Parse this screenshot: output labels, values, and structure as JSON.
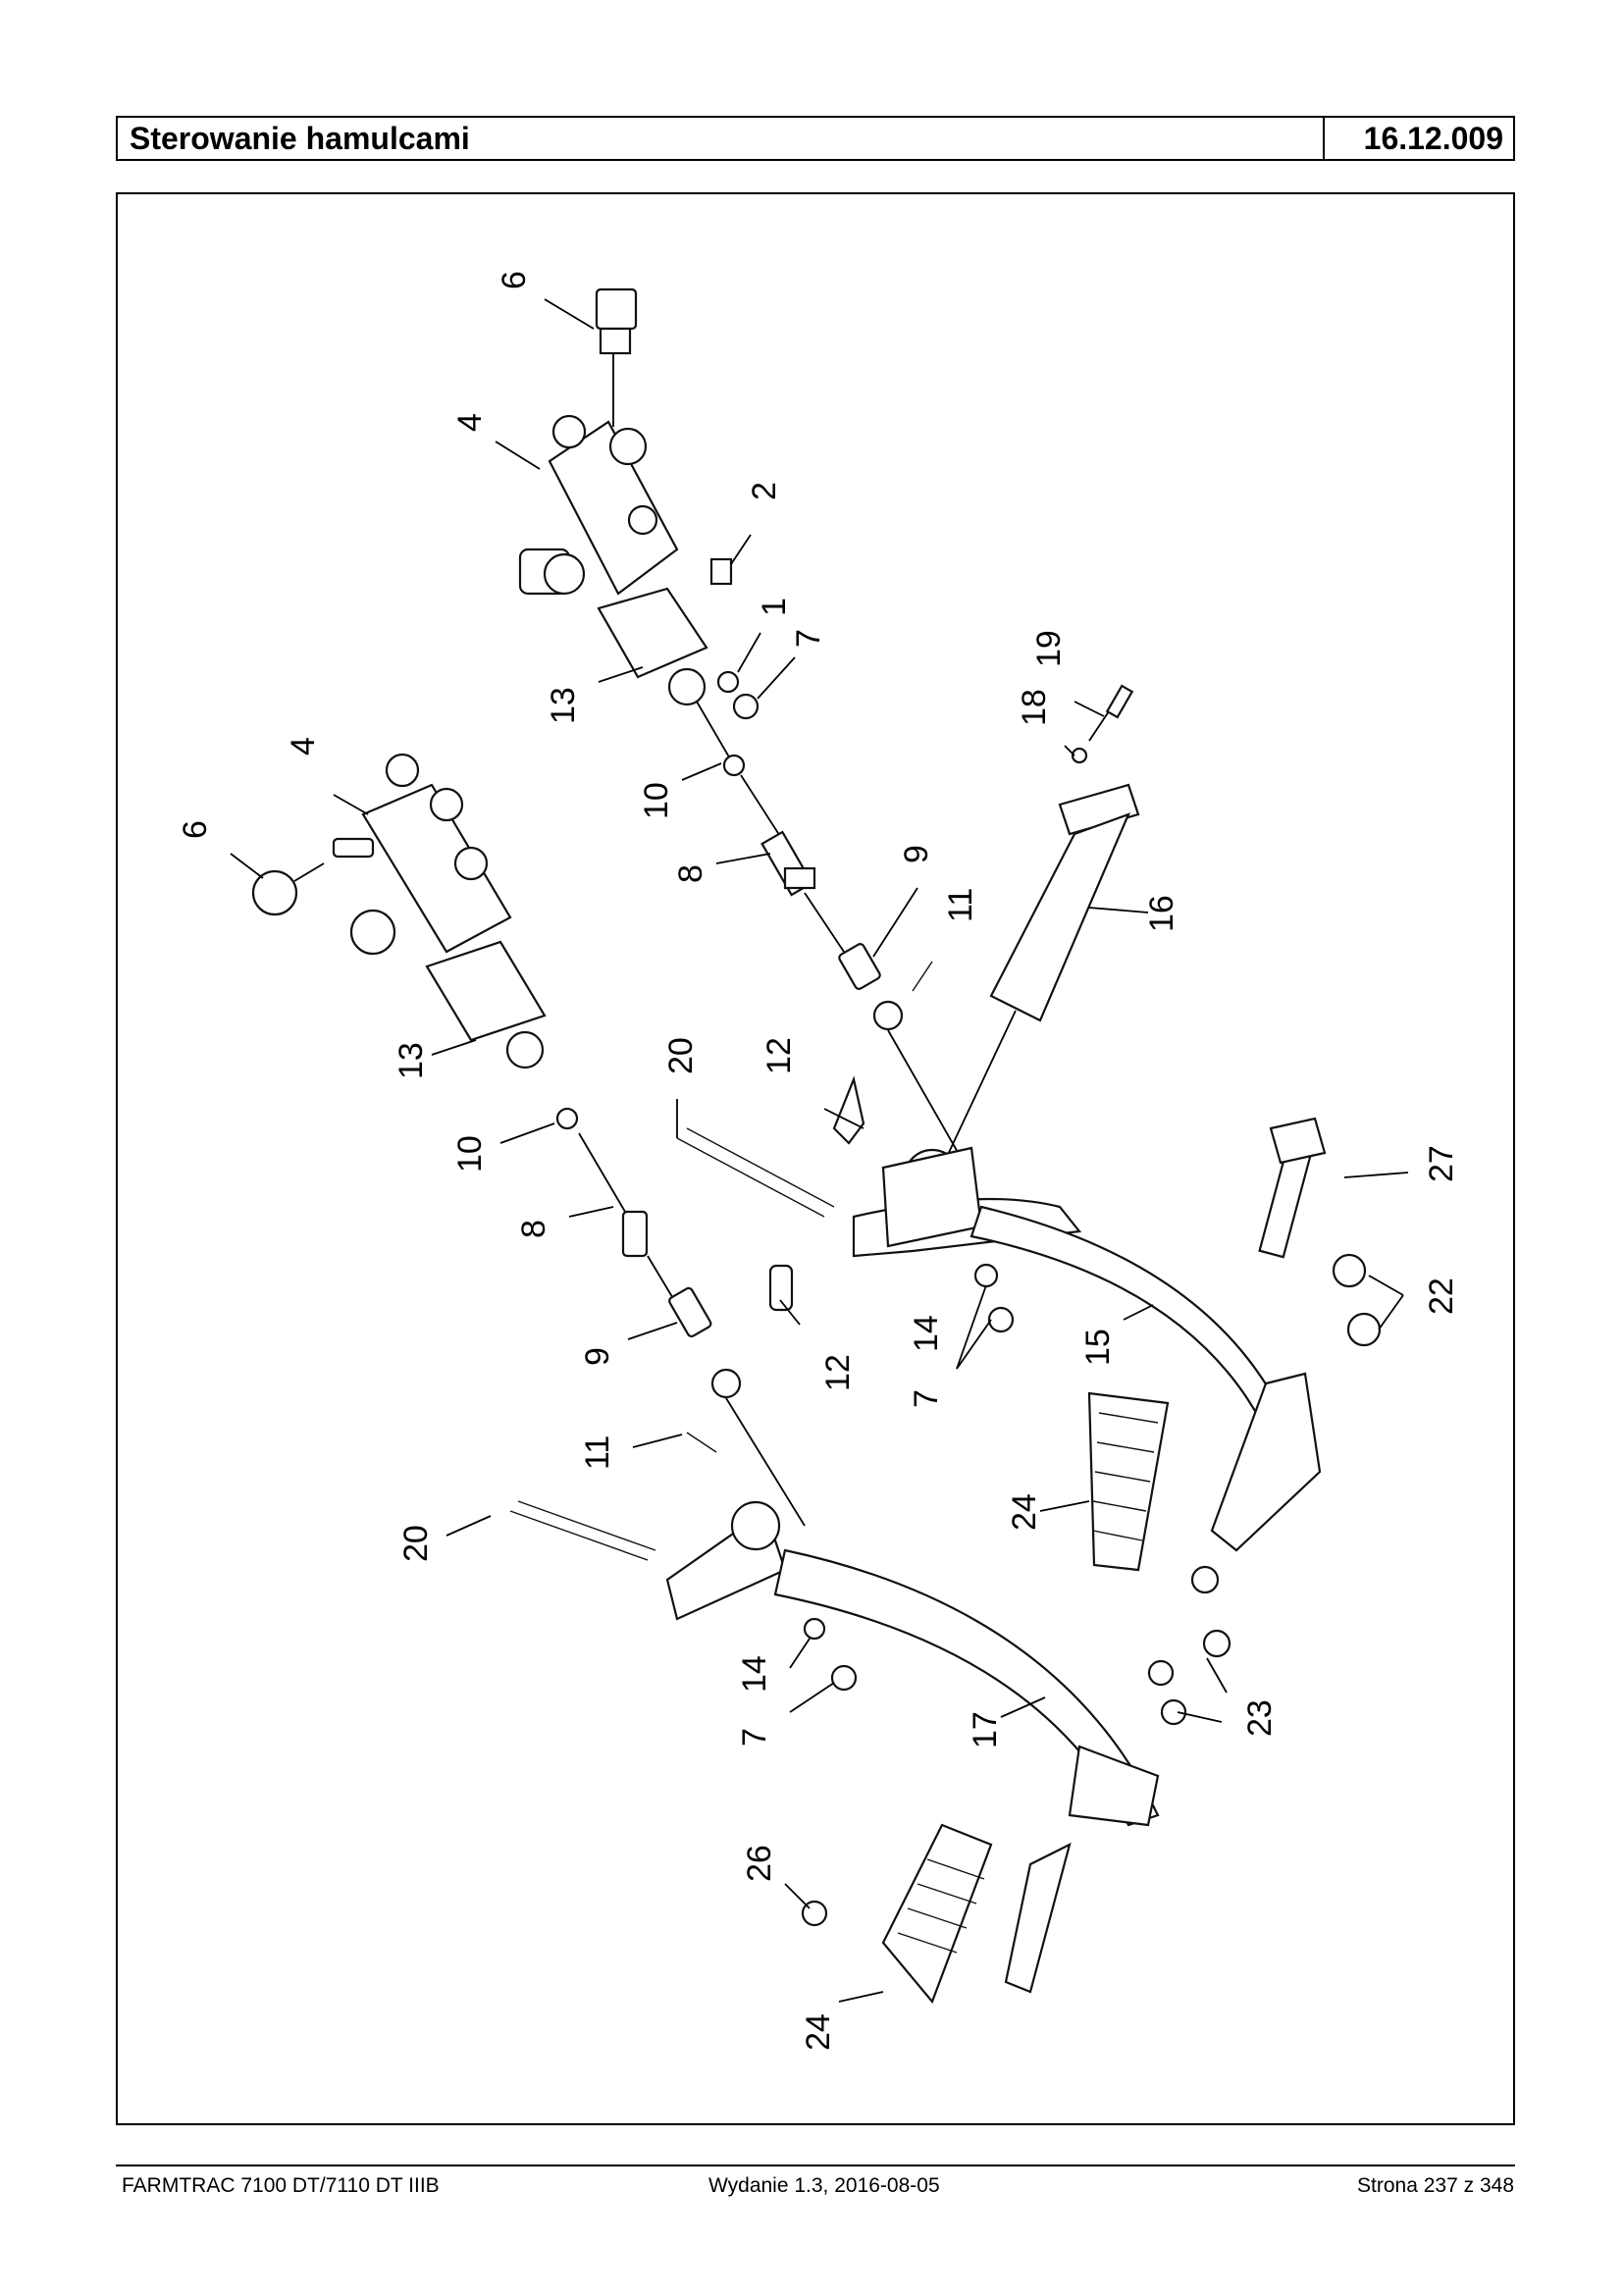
{
  "header": {
    "title": "Sterowanie hamulcami",
    "code": "16.12.009"
  },
  "footer": {
    "left": "FARMTRAC 7100 DT/7110 DT IIIB",
    "middle": "Wydanie 1.3,  2016-08-05",
    "right": "Strona 237 z 348"
  },
  "diagram": {
    "callouts": [
      "6",
      "4",
      "2",
      "1",
      "7",
      "13",
      "10",
      "8",
      "9",
      "11",
      "12",
      "19",
      "18",
      "16",
      "20",
      "27",
      "14",
      "15",
      "22",
      "24",
      "23",
      "17",
      "26"
    ]
  }
}
